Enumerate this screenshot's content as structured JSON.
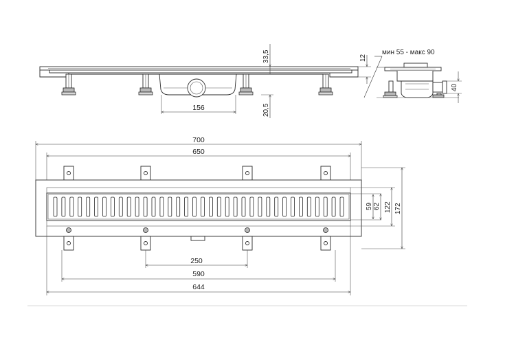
{
  "side_view": {
    "dim_156": "156",
    "dim_33_5": "33,5",
    "dim_20_5": "20,5",
    "dim_12": "12"
  },
  "end_view": {
    "height_range": "мин 55 - макс 90",
    "dim_40": "40"
  },
  "top_view": {
    "dim_700": "700",
    "dim_650": "650",
    "dim_250": "250",
    "dim_590": "590",
    "dim_644": "644",
    "dim_59": "59",
    "dim_62": "62",
    "dim_122": "122",
    "dim_172": "172"
  },
  "grate": {
    "slot_count": 36
  }
}
